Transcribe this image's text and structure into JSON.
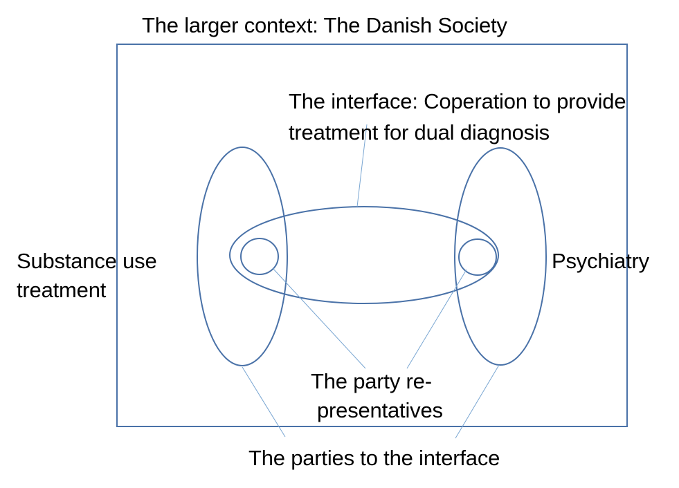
{
  "labels": {
    "context": "The larger context: The Danish Society",
    "interface_line1": "The interface: Coperation to provide",
    "interface_line2": "treatment for dual diagnosis",
    "left_party_line1": "Substance use",
    "left_party_line2": "treatment",
    "right_party": "Psychiatry",
    "representatives_line1": "The party re-",
    "representatives_line2": "presentatives",
    "parties": "The parties to the interface"
  },
  "colors": {
    "shape_stroke": "#4a72a8",
    "leader_line": "#79a6d2",
    "text": "#000000",
    "background": "#ffffff"
  }
}
